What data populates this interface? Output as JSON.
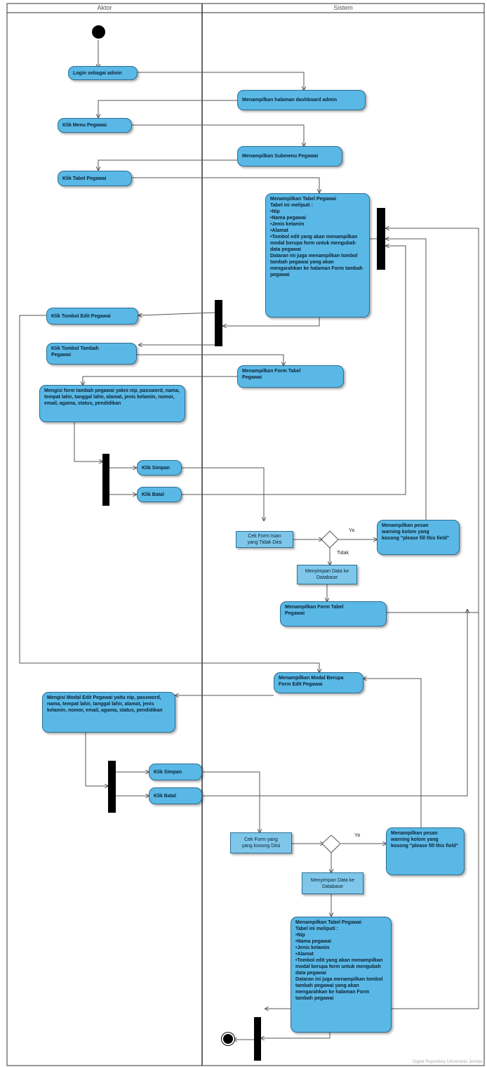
{
  "lanes": {
    "left": "Aktor",
    "right": "Sistem"
  },
  "actor_actions": {
    "login": "Login sebagai admin",
    "klik_menu": "Klik Menu Pegawai",
    "klik_tabel": "Klik Tabel Pegawai",
    "klik_edit": "Klik Tombol Edit Pegawai",
    "klik_tambah": "Klik Tombol Tambah\nPegawai",
    "isi_form": "Mengisi form tambah pegawai yakni nip, password, nama, tempat lahir, tanggal lahir, alamat, jenis kelamin, nomor, email, agama, status, pendidikan",
    "simpan1": "Klik Simpan",
    "batal1": "Klik Batal",
    "isi_modal": "Mengisi Modal Edit Pegawai yaitu nip, password, nama, tempat lahir, tanggal lahir, alamat, jenis kelamin, nomor, email, agama, status, pendidikan",
    "simpan2": "Klik Simpan",
    "batal2": "Klik Batal"
  },
  "system_actions": {
    "dashboard": "Menampilkan halaman dashboard admin",
    "submenu": "Menampilkan Submenu Pegawai",
    "tabel1": "Menampilkan Tabel Pegawai\nTabel ini meliputi :\n•Nip\n•Nama pegawai\n•Jenis kelamin\n•Alamat\n•Tombol edit yang akan menampilkan modal berupa form untuk mengubah data pegawai\nDataran ini juga menampilkan tombol tambah pegawai yang akan mengarahkan ke halaman Form tambah pegawai",
    "form_tambah": "Menampilkan Form Tabel\nPegawai",
    "cek1": "Cek Form Isian\nyang Tidak Diisi",
    "peringatan1": "Menampilkan pesan\nwarning kolom yang\nkosong \"please fill this field\"",
    "simpan_db1": "Menyimpan Data ke\nDatabase",
    "form_tabel2": "Menampilkan Form Tabel\nPegawai",
    "modal": "Menampilkan Modal Berupa\nForm Edit Pegawai",
    "cek2": "Cek Form yang\nyang kosong Diisi",
    "peringatan2": "Menampilkan pesan\nwarning kolom yang\nkosong \"please fill this field\"",
    "simpan_db2": "Menyimpan Data ke\nDatabase",
    "tabel2": "Menampilkan Tabel Pegawai\nTabel ini meliputi :\n•Nip\n•Nama pegawai\n•Jenis kelamin\n•Alamat\n•Tombol edit yang akan menampilkan modal berupa form untuk mengubah data pegawai\nDataran ini juga menampilkan tombol tambah pegawai yang akan mengarahkan ke halaman Form tambah pegawai"
  },
  "guards": {
    "ya1": "Ya",
    "tidak1": "Tidak",
    "ya2": "Ya"
  },
  "watermark": "Digital Repository Universitas Jember",
  "colors": {
    "activity_fill": "#5ab8e6",
    "activity_border": "#2a6f93",
    "line": "#555555"
  }
}
